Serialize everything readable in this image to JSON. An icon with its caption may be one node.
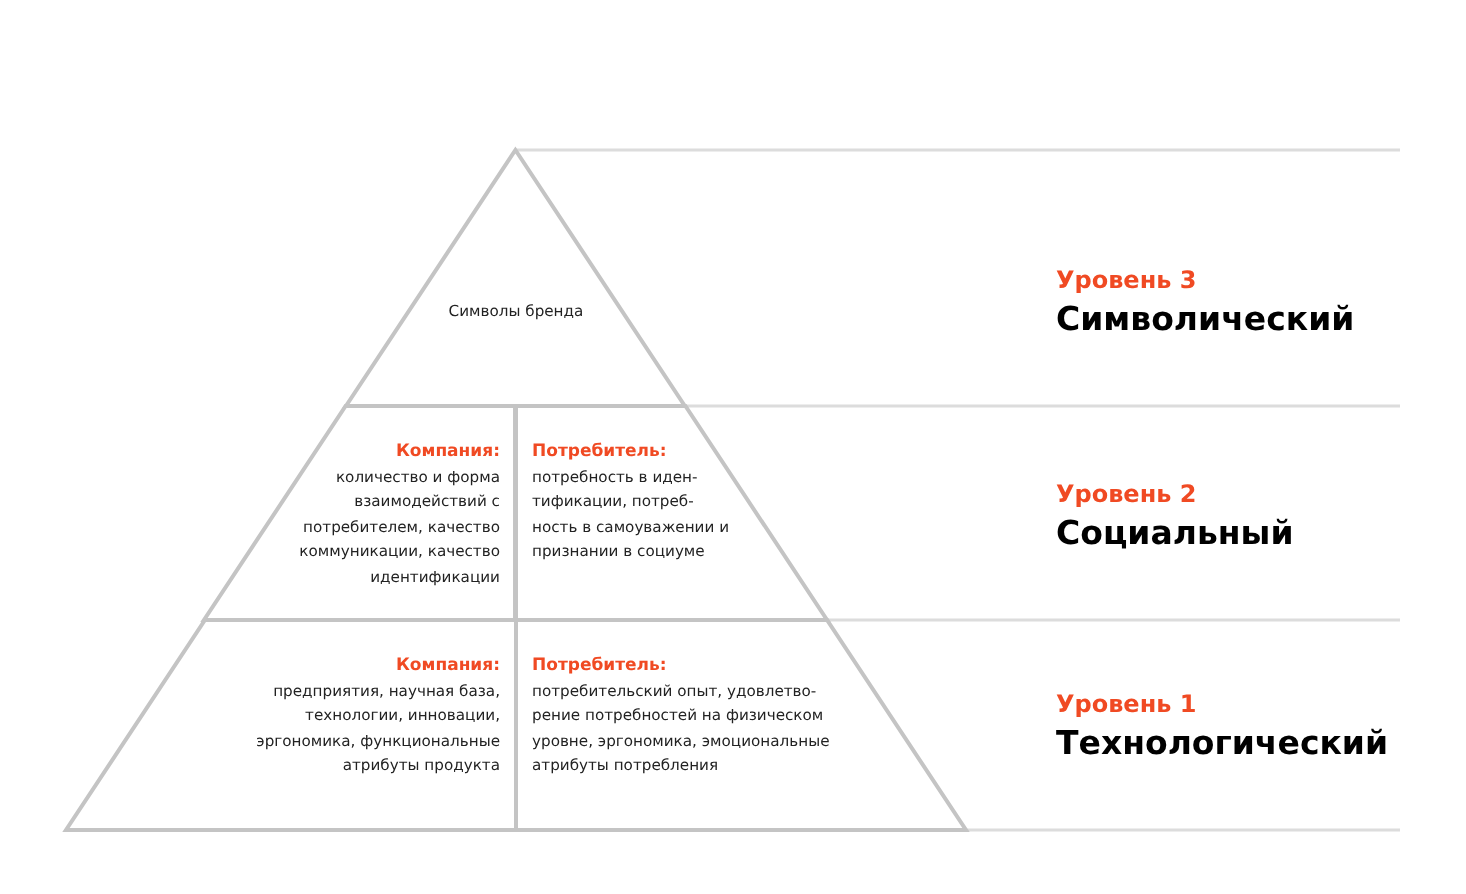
{
  "diagram": {
    "nodes": [
      {
        "text": [
          "Символы бренда"
        ]
      },
      {
        "text": [
          "Компания:",
          "количество и форма взаимодействий с потребителем, качество коммуникации, качество идентификации"
        ]
      },
      {
        "text": [
          "Потребитель:",
          "потребность в иден- тификации, потреб- ность в самоуважении и признании в социуме"
        ]
      },
      {
        "text": [
          "Компания:",
          "предприятия, научная база, технологии, инновации, эргономика, функциональные атрибуты продукта"
        ]
      },
      {
        "text": [
          "Потребитель:",
          "потребительский опыт, удовлетво- рение потребностей на физическом уровне, эргономика, эмоциональные атрибуты потребления"
        ]
      }
    ],
    "labels": [
      "Уровень 3",
      "Символический",
      "Уровень 2",
      "Социальный",
      "Уровень 1",
      "Технологический"
    ]
  }
}
